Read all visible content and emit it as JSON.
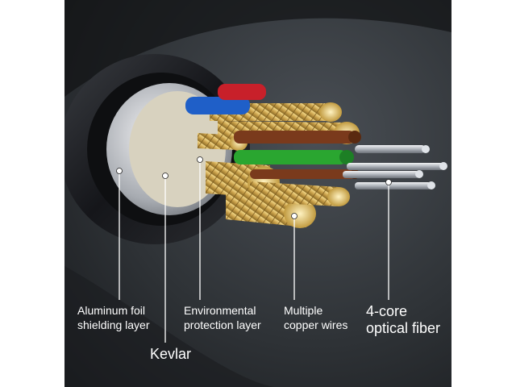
{
  "labels": {
    "aluminum_foil": [
      "Aluminum foil",
      "shielding layer"
    ],
    "kevlar": "Kevlar",
    "environmental": [
      "Environmental",
      "protection layer"
    ],
    "copper": [
      "Multiple",
      "copper wires"
    ],
    "fiber": [
      "4-core",
      "optical fiber"
    ]
  },
  "colors": {
    "background": "#2a2d30",
    "jacket": "#1c1d20",
    "copper": "#d9b45a",
    "fiber_silver": "#c8ccd2",
    "wire_red": "#c8202a",
    "wire_blue": "#1f5fc8",
    "wire_green": "#2aa630",
    "wire_brown": "#7a3a1c",
    "label_text": "#ffffff"
  }
}
